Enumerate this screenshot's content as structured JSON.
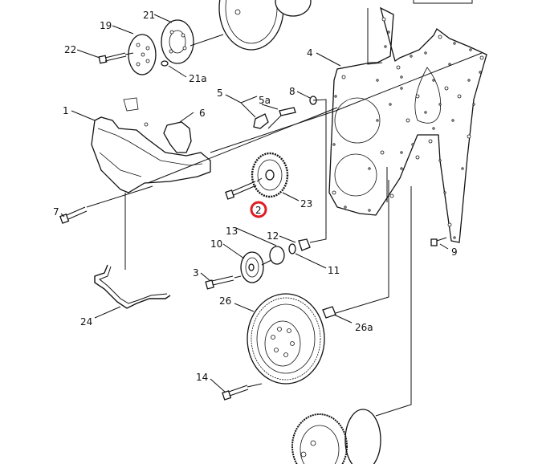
{
  "diagram": {
    "callouts": {
      "c1": "1",
      "c2": "2",
      "c3": "3",
      "c4": "4",
      "c5": "5",
      "c5a": "5a",
      "c6": "6",
      "c7": "7",
      "c8": "8",
      "c9": "9",
      "c10": "10",
      "c11": "11",
      "c12": "12",
      "c13": "13",
      "c14": "14",
      "c19": "19",
      "c21": "21",
      "c21a": "21a",
      "c22": "22",
      "c23": "23",
      "c24": "24",
      "c26": "26",
      "c26a": "26a"
    },
    "highlighted_callout": "2",
    "highlight_color": "#e01e24",
    "line_color": "#111111"
  }
}
